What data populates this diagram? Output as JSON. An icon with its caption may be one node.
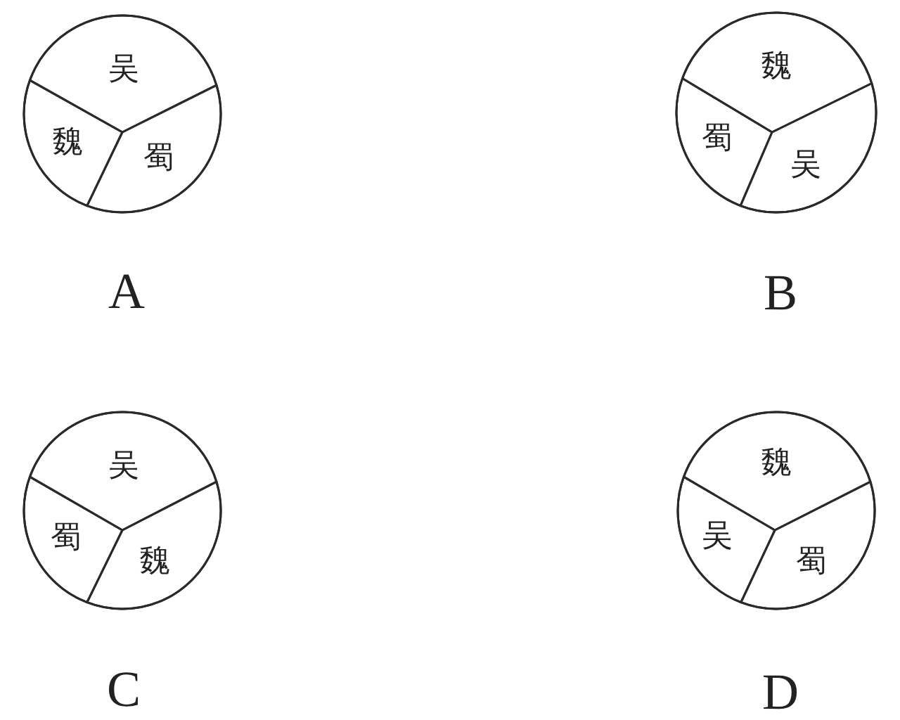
{
  "diagram": {
    "nodes": [
      {
        "text": [],
        "shape": "circle",
        "beside": [
          "A"
        ]
      },
      {
        "text": [
          "吴"
        ],
        "in": 0
      },
      {
        "text": [
          "魏"
        ],
        "in": 0
      },
      {
        "text": [
          "蜀"
        ],
        "in": 0
      },
      {
        "text": [],
        "shape": "circle",
        "beside": [
          "B"
        ]
      },
      {
        "text": [
          "魏"
        ],
        "in": 4
      },
      {
        "text": [
          "蜀"
        ],
        "in": 4
      },
      {
        "text": [
          "吴"
        ],
        "in": 4
      },
      {
        "text": [],
        "shape": "circle",
        "beside": [
          "C"
        ]
      },
      {
        "text": [
          "吴"
        ],
        "in": 8
      },
      {
        "text": [
          "蜀"
        ],
        "in": 8
      },
      {
        "text": [
          "魏"
        ],
        "in": 8
      },
      {
        "text": [],
        "shape": "circle",
        "beside": [
          "D"
        ]
      },
      {
        "text": [
          "魏"
        ],
        "in": 12
      },
      {
        "text": [
          "吴"
        ],
        "in": 12
      },
      {
        "text": [
          "蜀"
        ],
        "in": 12
      }
    ]
  }
}
